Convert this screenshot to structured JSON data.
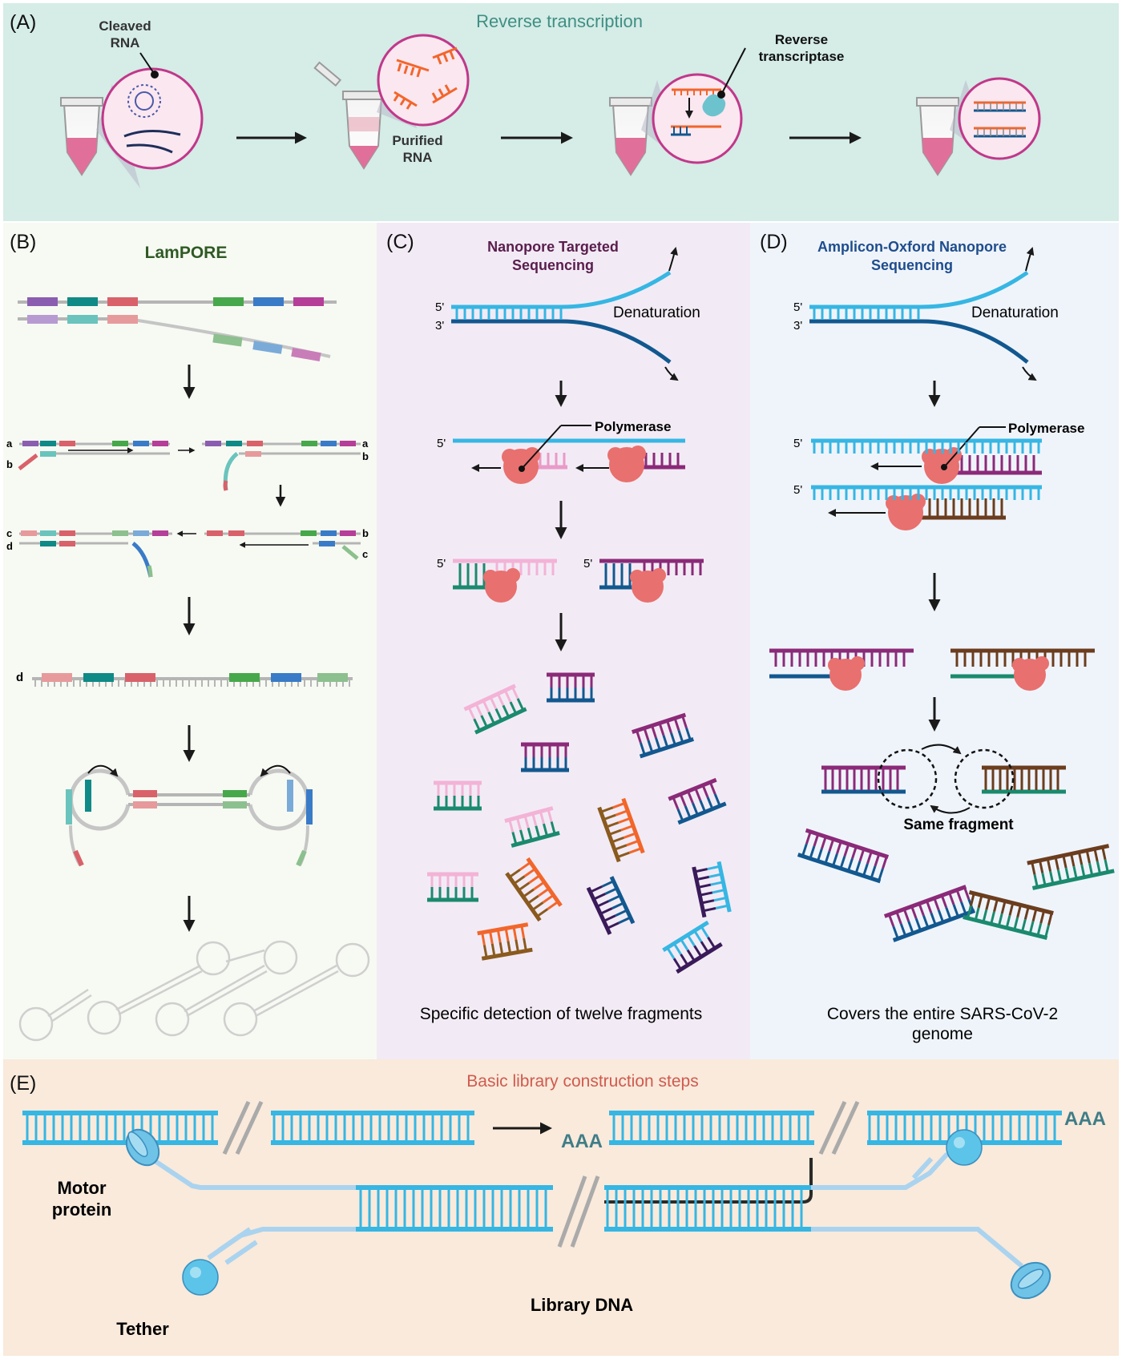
{
  "panels": {
    "A": {
      "label": "(A)",
      "title": "Reverse transcription",
      "cleaved_rna": [
        "Cleaved",
        "RNA"
      ],
      "purified_rna": [
        "Purified",
        "RNA"
      ],
      "reverse_transcriptase": [
        "Reverse",
        "transcriptase"
      ]
    },
    "B": {
      "label": "(B)",
      "title": "LamPORE",
      "strand_labels": {
        "a": "a",
        "b": "b",
        "c": "c",
        "d": "d"
      }
    },
    "C": {
      "label": "(C)",
      "title": [
        "Nanopore Targeted",
        "Sequencing"
      ],
      "five_prime": "5'",
      "three_prime": "3'",
      "denaturation": "Denaturation",
      "polymerase": "Polymerase",
      "caption": "Specific detection of twelve fragments"
    },
    "D": {
      "label": "(D)",
      "title": [
        "Amplicon-Oxford Nanopore",
        "Sequencing"
      ],
      "five_prime": "5'",
      "three_prime": "3'",
      "denaturation": "Denaturation",
      "polymerase": "Polymerase",
      "same_fragment": "Same fragment",
      "caption": [
        "Covers the entire SARS-CoV-2",
        "genome"
      ]
    },
    "E": {
      "label": "(E)",
      "title": "Basic library construction steps",
      "poly_a": "AAA",
      "motor_protein": [
        "Motor",
        "protein"
      ],
      "tether": "Tether",
      "library_dna": "Library  DNA"
    }
  },
  "colors": {
    "panel_a_bg": "#d5ece7",
    "panel_b_bg": "#f7faf3",
    "panel_c_bg": "#f2ebf5",
    "panel_d_bg": "#eff4fb",
    "panel_e_bg": "#f9eadb",
    "title_a": "#3f8f83",
    "title_b": "#2f5a24",
    "title_c": "#5a1d4d",
    "title_d": "#1e4d8c",
    "title_e": "#d05a4f",
    "dna_light": "#36b6e3",
    "dna_dark": "#12588f",
    "rna_orange": "#f2662b",
    "polymerase": "#e8706e",
    "tube_pink": "#e0709a",
    "lens_ring": "#c0388a"
  }
}
